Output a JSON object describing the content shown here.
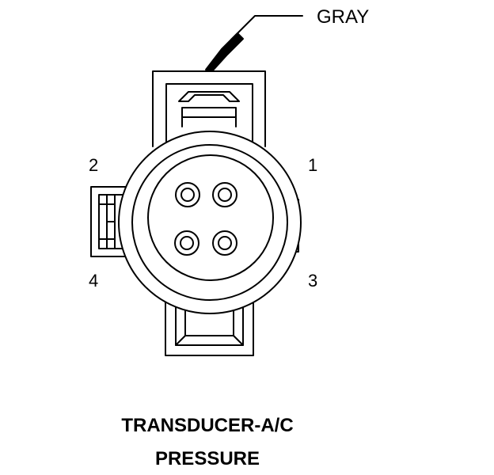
{
  "callout": {
    "label": "GRAY"
  },
  "pins": {
    "p1": "1",
    "p2": "2",
    "p3": "3",
    "p4": "4"
  },
  "caption": {
    "line1": "TRANSDUCER-A/C",
    "line2": "PRESSURE"
  },
  "colors": {
    "stroke": "#000000",
    "background": "#ffffff"
  }
}
